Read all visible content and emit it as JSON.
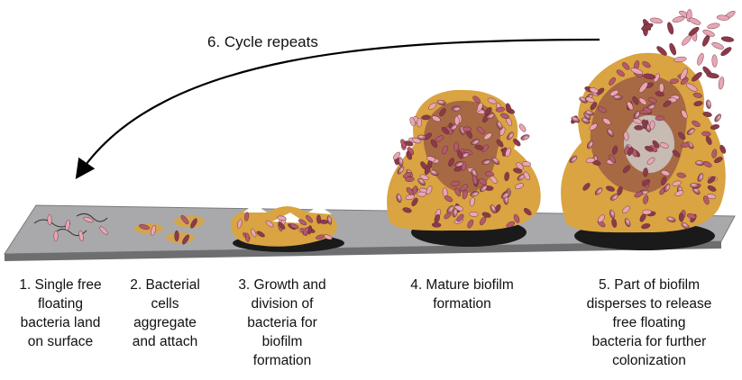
{
  "diagram": {
    "cycle_label": "6. Cycle repeats",
    "stages": [
      {
        "lines": [
          "1. Single free",
          "floating",
          "bacteria land",
          "on surface"
        ]
      },
      {
        "lines": [
          "2. Bacterial",
          "cells",
          "aggregate",
          "and attach"
        ]
      },
      {
        "lines": [
          "3. Growth and",
          "division of",
          "bacteria for",
          "biofilm",
          "formation"
        ]
      },
      {
        "lines": [
          "4. Mature biofilm",
          "formation"
        ]
      },
      {
        "lines": [
          "5. Part of biofilm",
          "disperses to release",
          "free floating",
          "bacteria for further",
          "colonization"
        ]
      }
    ],
    "colors": {
      "surface_top": "#a9a9ab",
      "surface_edge": "#6e6e70",
      "matrix": "#d9a441",
      "cell_dark": "#8b3a4a",
      "cell_light": "#e8a6b4",
      "shadow": "#1a1a1a",
      "arrow": "#000000"
    }
  }
}
